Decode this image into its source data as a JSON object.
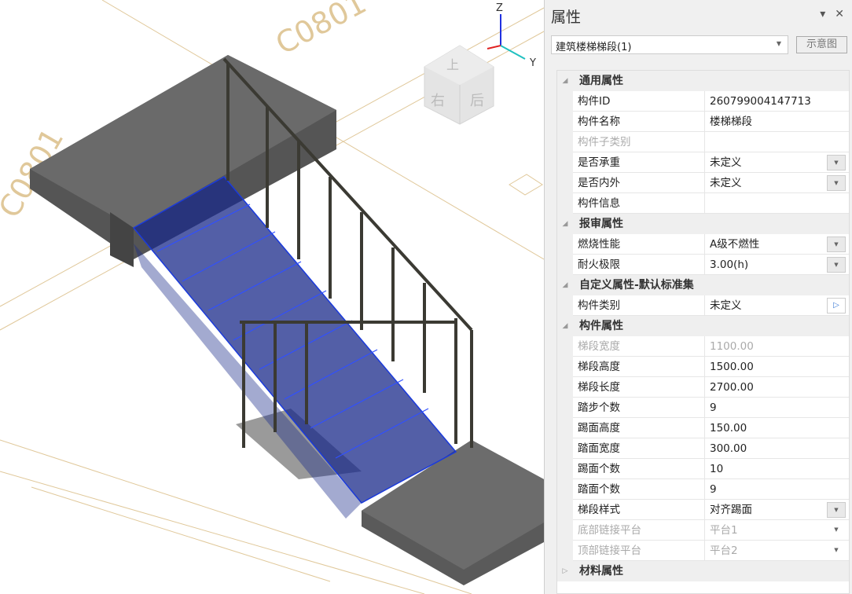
{
  "viewport": {
    "axis_z": "Z",
    "axis_y": "Y",
    "cube_faces": {
      "top": "上",
      "left": "右",
      "right": "后"
    },
    "floor_labels": [
      "C0801",
      "C0801"
    ]
  },
  "panel": {
    "title": "属性",
    "selector_value": "建筑楼梯梯段(1)",
    "schematic_button": "示意图",
    "groups": [
      {
        "name": "通用属性",
        "expanded": true,
        "rows": [
          {
            "label": "构件ID",
            "value": "260799004147713"
          },
          {
            "label": "构件名称",
            "value": "楼梯梯段"
          },
          {
            "label": "构件子类别",
            "value": "",
            "disabled": true
          },
          {
            "label": "是否承重",
            "value": "未定义",
            "control": "dropdown"
          },
          {
            "label": "是否内外",
            "value": "未定义",
            "control": "dropdown"
          },
          {
            "label": "构件信息",
            "value": ""
          }
        ]
      },
      {
        "name": "报审属性",
        "expanded": true,
        "rows": [
          {
            "label": "燃烧性能",
            "value": "A级不燃性",
            "control": "dropdown"
          },
          {
            "label": "耐火极限",
            "value": "3.00(h)",
            "control": "dropdown"
          }
        ]
      },
      {
        "name": "自定义属性-默认标准集",
        "expanded": true,
        "rows": [
          {
            "label": "构件类别",
            "value": "未定义",
            "control": "play"
          }
        ]
      },
      {
        "name": "构件属性",
        "expanded": true,
        "rows": [
          {
            "label": "梯段宽度",
            "value": "1100.00",
            "disabled": true
          },
          {
            "label": "梯段高度",
            "value": "1500.00"
          },
          {
            "label": "梯段长度",
            "value": "2700.00"
          },
          {
            "label": "踏步个数",
            "value": "9"
          },
          {
            "label": "踢面高度",
            "value": "150.00"
          },
          {
            "label": "踏面宽度",
            "value": "300.00"
          },
          {
            "label": "踢面个数",
            "value": "10"
          },
          {
            "label": "踏面个数",
            "value": "9"
          },
          {
            "label": "梯段样式",
            "value": "对齐踢面",
            "control": "dropdown"
          },
          {
            "label": "底部链接平台",
            "value": "平台1",
            "disabled": true,
            "control": "flat"
          },
          {
            "label": "顶部链接平台",
            "value": "平台2",
            "disabled": true,
            "control": "flat"
          }
        ]
      },
      {
        "name": "材料属性",
        "expanded": false,
        "rows": []
      }
    ]
  }
}
